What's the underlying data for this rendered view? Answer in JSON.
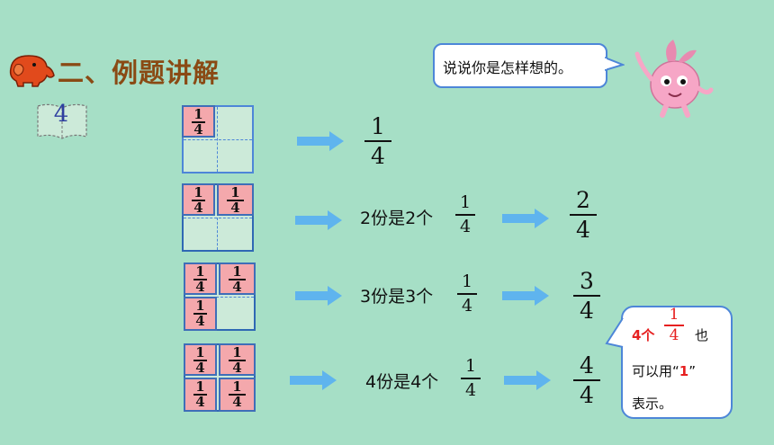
{
  "header": {
    "title": "二、例题讲解",
    "example_number": "4"
  },
  "speech_bubble": {
    "text": "说说你是怎样想的。"
  },
  "cell_fraction": {
    "numerator": "1",
    "denominator": "4"
  },
  "rows": [
    {
      "shaded": 1,
      "result": {
        "numerator": "1",
        "denominator": "4"
      }
    },
    {
      "shaded": 2,
      "phrase": {
        "prefix": "2份是2个",
        "numerator": "1",
        "denominator": "4"
      },
      "result": {
        "numerator": "2",
        "denominator": "4"
      }
    },
    {
      "shaded": 3,
      "phrase": {
        "prefix": "3份是3个",
        "numerator": "1",
        "denominator": "4"
      },
      "result": {
        "numerator": "3",
        "denominator": "4"
      }
    },
    {
      "shaded": 4,
      "phrase": {
        "prefix": "4份是4个",
        "numerator": "1",
        "denominator": "4"
      },
      "result": {
        "numerator": "4",
        "denominator": "4"
      }
    }
  ],
  "note": {
    "count": "4个",
    "numerator": "1",
    "denominator": "4",
    "line1_suffix": "也",
    "line2": "可以用“",
    "highlight": "1",
    "line2_end": "”",
    "line3": "表示。"
  },
  "colors": {
    "background": "#a6dfc6",
    "cell": "#f4a8ac",
    "arrow": "#5fb4ee",
    "accent": "#e62020"
  }
}
